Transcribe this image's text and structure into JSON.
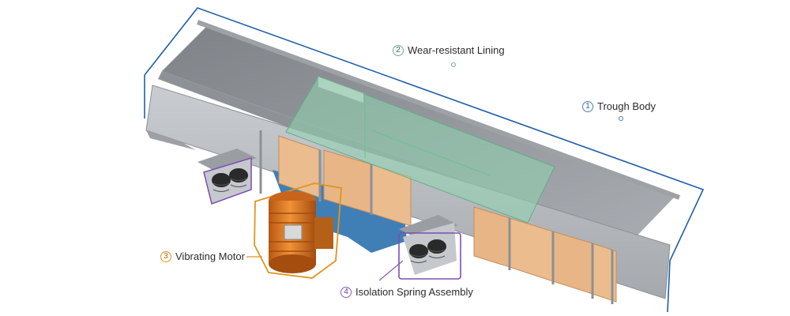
{
  "callouts": {
    "lining": {
      "num": "2",
      "label": "Wear-resistant Lining"
    },
    "trough": {
      "num": "1",
      "label": "Trough Body"
    },
    "motor": {
      "num": "3",
      "label": "Vibrating Motor"
    },
    "spring": {
      "num": "4",
      "label": "Isolation Spring Assembly"
    }
  },
  "colors": {
    "trough_outline": "#1f5fa8",
    "lining": "#8fd4b0",
    "motor": "#e07a1c",
    "spring_outline": "#7d4fb0",
    "stiffener_panel": "#e9b98c",
    "steel": "#b9bcc0"
  }
}
